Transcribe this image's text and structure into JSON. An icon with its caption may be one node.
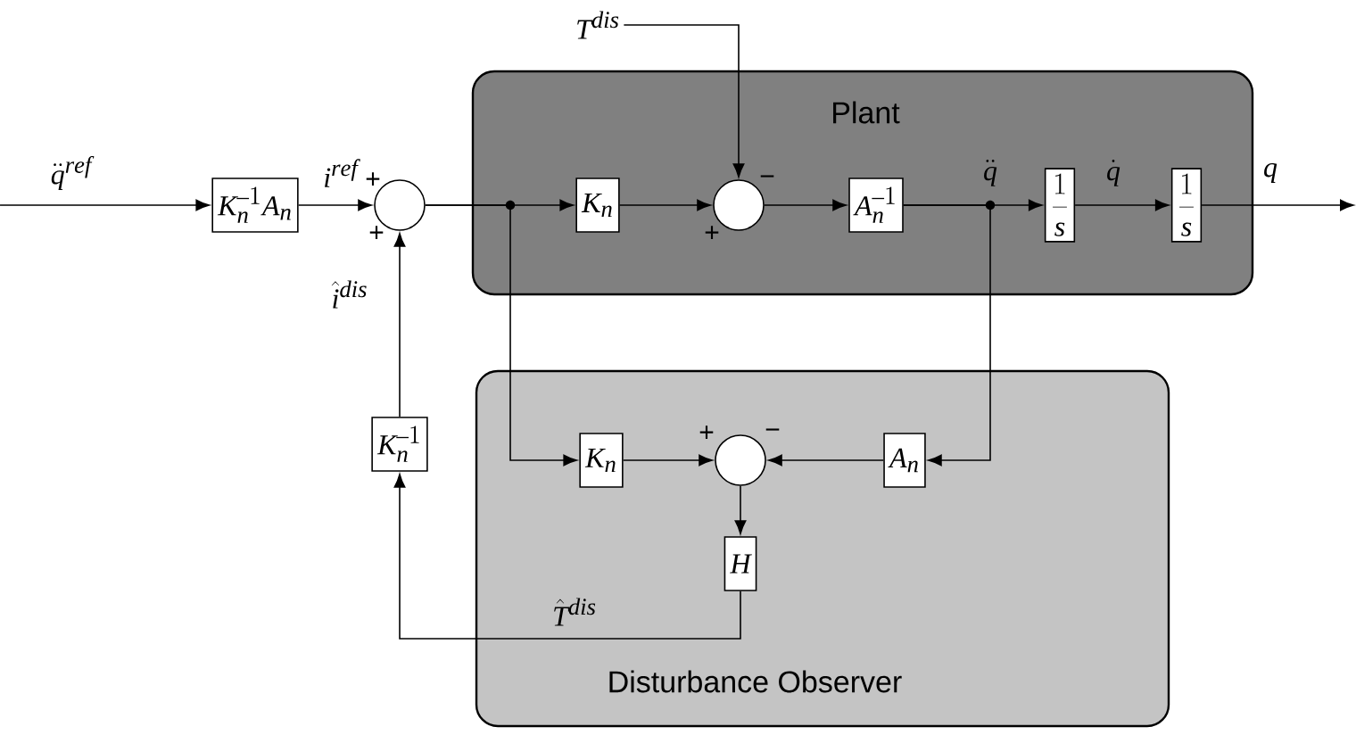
{
  "diagram": {
    "nodes": [
      {
        "text": [
          "Plant"
        ]
      },
      {
        "text": [
          "Disturbance Observer"
        ]
      },
      {
        "text": [
          "K_n^{-1} A_n"
        ]
      },
      {
        "text": [],
        "shape": "circle"
      },
      {
        "text": [
          "K_n"
        ],
        "in": 0
      },
      {
        "text": [],
        "shape": "circle",
        "in": 0
      },
      {
        "text": [
          "A_n^{-1}"
        ],
        "in": 0
      },
      {
        "text": [
          "\\frac{1}{s}"
        ],
        "in": 0
      },
      {
        "text": [
          "\\frac{1}{s}"
        ],
        "in": 0
      },
      {
        "text": [
          "K_n^{-1}"
        ]
      },
      {
        "text": [
          "K_n"
        ],
        "in": 1
      },
      {
        "text": [],
        "shape": "circle",
        "in": 1
      },
      {
        "text": [
          "A_n"
        ],
        "in": 1
      },
      {
        "text": [
          "H"
        ],
        "in": 1
      },
      {
        "text": [
          "T^{dis}"
        ]
      }
    ],
    "edges": [
      {
        "from": null,
        "to": 2,
        "arrow": "to",
        "label": "\\ddot{q}^{ref}"
      },
      {
        "from": 2,
        "to": 3,
        "arrow": "to",
        "label": "i^{ref}"
      },
      {
        "from": 3,
        "to": 4,
        "arrow": "to"
      },
      {
        "from": 3,
        "to": 10,
        "arrow": "to"
      },
      {
        "from": 14,
        "to": 5,
        "arrow": "to"
      },
      {
        "from": 4,
        "to": 5,
        "arrow": "to"
      },
      {
        "from": 5,
        "to": 6,
        "arrow": "to"
      },
      {
        "from": 6,
        "to": 7,
        "arrow": "to",
        "label": "\\ddot{q}"
      },
      {
        "from": 6,
        "to": 12,
        "arrow": "to"
      },
      {
        "from": 7,
        "to": 8,
        "arrow": "to",
        "label": "\\dot{q}"
      },
      {
        "from": 8,
        "to": null,
        "arrow": "to",
        "label": "q"
      },
      {
        "from": 10,
        "to": 11,
        "arrow": "to"
      },
      {
        "from": 12,
        "to": 11,
        "arrow": "to"
      },
      {
        "from": 11,
        "to": 13,
        "arrow": "to"
      },
      {
        "from": 13,
        "to": 9,
        "arrow": "to",
        "label": "\\hat{T}^{dis}"
      },
      {
        "from": 9,
        "to": 3,
        "arrow": "to",
        "label": "\\hat{i}^{dis}"
      }
    ],
    "labels": [
      "+",
      "+",
      "−",
      "+",
      "+",
      "−"
    ]
  }
}
